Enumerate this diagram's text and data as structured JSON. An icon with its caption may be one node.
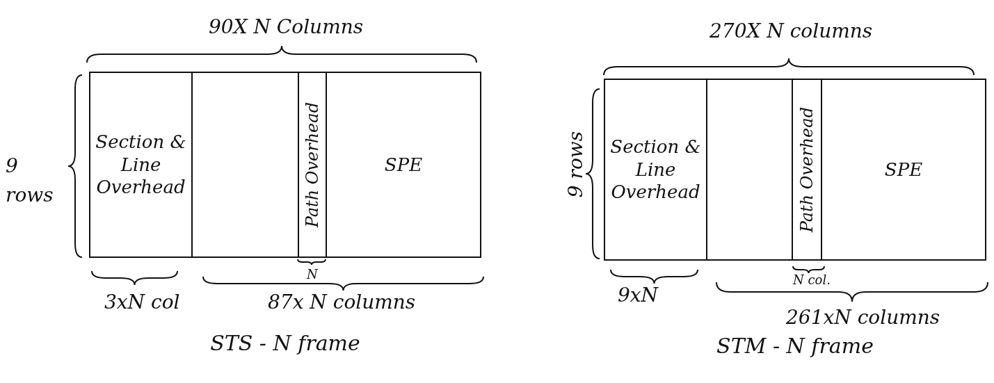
{
  "diagram": {
    "nodes": [
      {
        "text": [],
        "shape": "box",
        "beside": [
          "STS - N frame"
        ]
      },
      {
        "text": [
          "Section & Line Overhead"
        ],
        "in": 0
      },
      {
        "text": [],
        "shape": "box",
        "in": 0
      },
      {
        "text": [
          "Path Overhead"
        ],
        "in": 0
      },
      {
        "text": [
          "SPE"
        ],
        "in": 0
      },
      {
        "text": [],
        "shape": "box",
        "beside": [
          "STM - N frame"
        ]
      },
      {
        "text": [
          "Section & Line Overhead"
        ],
        "in": 5
      },
      {
        "text": [],
        "shape": "box",
        "in": 5
      },
      {
        "text": [
          "Path Overhead"
        ],
        "in": 5
      },
      {
        "text": [
          "SPE"
        ],
        "in": 5
      }
    ],
    "edges": [],
    "labels": [
      "90X N Columns",
      "270X N columns",
      "9 rows",
      "9 rows",
      "3xN col",
      "N",
      "87x N columns",
      "9xN",
      "N col.",
      "261xN columns"
    ]
  }
}
